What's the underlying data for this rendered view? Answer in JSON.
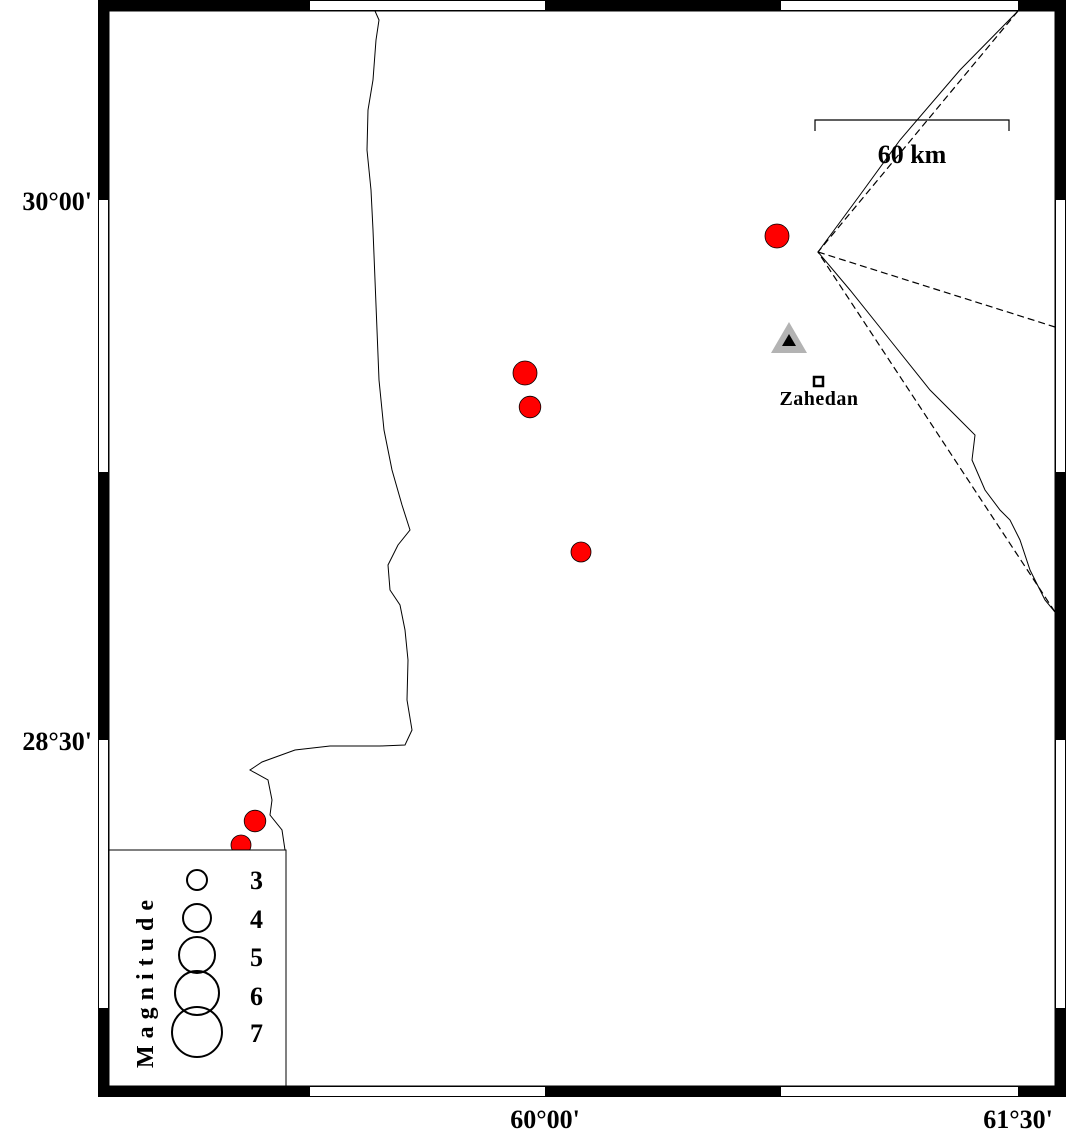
{
  "map": {
    "lat_labels": [
      "30°00'",
      "28°30'"
    ],
    "lon_labels": [
      "60°00'",
      "61°30'"
    ],
    "scale_bar": {
      "label": "60 km",
      "distance_km": 60
    },
    "city": {
      "name": "Zahedan"
    },
    "volcano": {
      "name": "volcano-marker"
    },
    "colors": {
      "event": "#ff0000",
      "volcano_outer": "#b3b3b3",
      "volcano_inner": "#000000"
    },
    "events": [
      {
        "mag": 3.5
      },
      {
        "mag": 3.5
      },
      {
        "mag": 3.2
      },
      {
        "mag": 3.0
      },
      {
        "mag": 3.2
      },
      {
        "mag": 3.0
      }
    ]
  },
  "legend": {
    "title": "Magnitude",
    "entries": [
      {
        "mag": "3"
      },
      {
        "mag": "4"
      },
      {
        "mag": "5"
      },
      {
        "mag": "6"
      },
      {
        "mag": "7"
      }
    ]
  }
}
